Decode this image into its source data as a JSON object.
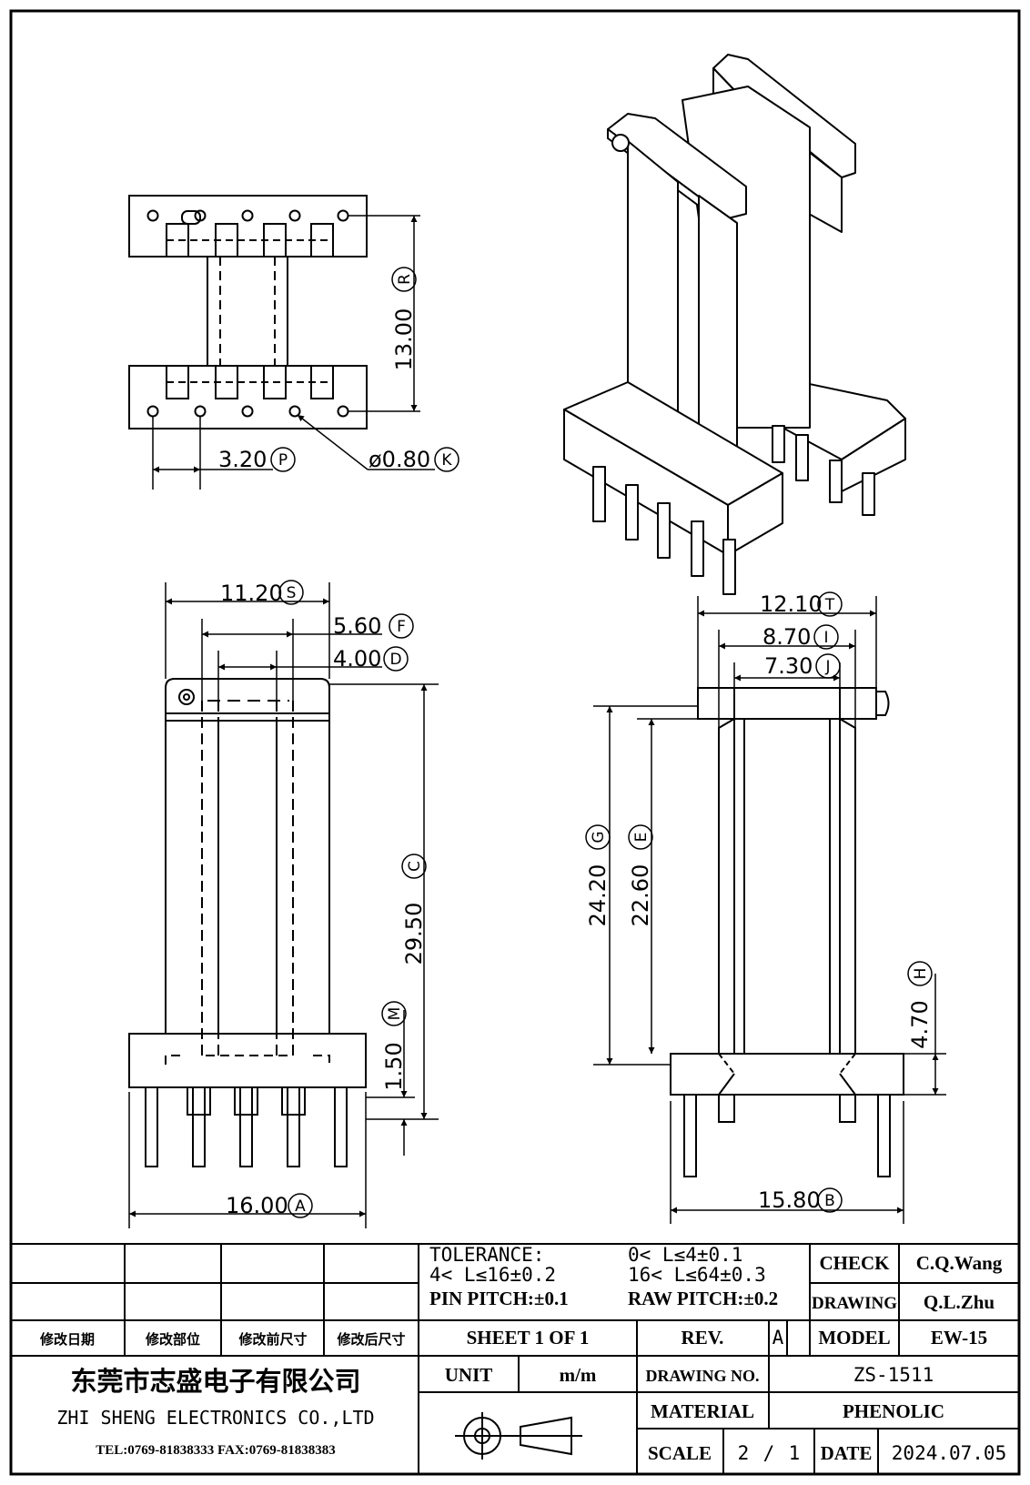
{
  "dimensions": {
    "r": {
      "value": "13.00",
      "tag": "R"
    },
    "p": {
      "value": "3.20",
      "tag": "P"
    },
    "k": {
      "value": "ø0.80",
      "tag": "K"
    },
    "s": {
      "value": "11.20",
      "tag": "S"
    },
    "f": {
      "value": "5.60",
      "tag": "F"
    },
    "d": {
      "value": "4.00",
      "tag": "D"
    },
    "c": {
      "value": "29.50",
      "tag": "C"
    },
    "m": {
      "value": "1.50",
      "tag": "M"
    },
    "a": {
      "value": "16.00",
      "tag": "A"
    },
    "t": {
      "value": "12.10",
      "tag": "T"
    },
    "i": {
      "value": "8.70",
      "tag": "I"
    },
    "j": {
      "value": "7.30",
      "tag": "J"
    },
    "g": {
      "value": "24.20",
      "tag": "G"
    },
    "e": {
      "value": "22.60",
      "tag": "E"
    },
    "h": {
      "value": "4.70",
      "tag": "H"
    },
    "b": {
      "value": "15.80",
      "tag": "B"
    }
  },
  "title_block": {
    "tolerance_label": "TOLERANCE:",
    "tol_1": "0< L≤4±0.1",
    "tol_2": "4< L≤16±0.2",
    "tol_3": "16< L≤64±0.3",
    "pin_pitch": "PIN PITCH:±0.1",
    "raw_pitch": "RAW PITCH:±0.2",
    "check_label": "CHECK",
    "check_value": "C.Q.Wang",
    "drawing_label": "DRAWING",
    "drawing_value": "Q.L.Zhu",
    "model_label": "MODEL",
    "model_value": "EW-15",
    "rev_headers": [
      "修改日期",
      "修改部位",
      "修改前尺寸",
      "修改后尺寸"
    ],
    "sheet": "SHEET 1 OF 1",
    "rev_label": "REV.",
    "rev_value": "A",
    "company_cn": "东莞市志盛电子有限公司",
    "company_en": "ZHI SHENG ELECTRONICS CO.,LTD",
    "contact": "TEL:0769-81838333 FAX:0769-81838383",
    "unit_label": "UNIT",
    "unit_value": "m/m",
    "drawing_no_label": "DRAWING NO.",
    "drawing_no_value": "ZS-1511",
    "material_label": "MATERIAL",
    "material_value": "PHENOLIC",
    "scale_label": "SCALE",
    "scale_num": "2",
    "scale_sep": "/",
    "scale_den": "1",
    "date_label": "DATE",
    "date_value": "2024.07.05"
  }
}
